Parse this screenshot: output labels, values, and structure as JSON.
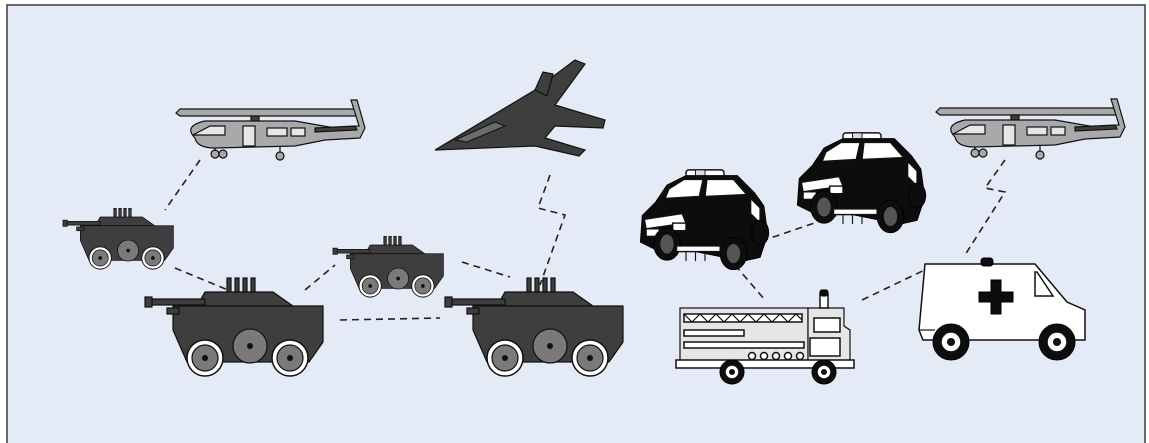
{
  "scene": {
    "background_color": "#e4eaf6",
    "frame_color": "#3a3a3a",
    "link_style": "dashed"
  },
  "nodes": [
    {
      "id": "helicopter-left",
      "icon": "helicopter-icon"
    },
    {
      "id": "fighter-jet",
      "icon": "jet-icon"
    },
    {
      "id": "helicopter-right",
      "icon": "helicopter-icon"
    },
    {
      "id": "tank-small-left",
      "icon": "tank-icon"
    },
    {
      "id": "tank-small-center",
      "icon": "tank-icon"
    },
    {
      "id": "tank-large-left",
      "icon": "tank-icon"
    },
    {
      "id": "tank-large-right",
      "icon": "tank-icon"
    },
    {
      "id": "police-car-left",
      "icon": "police-car-icon"
    },
    {
      "id": "police-car-right",
      "icon": "police-car-icon"
    },
    {
      "id": "fire-truck",
      "icon": "fire-truck-icon"
    },
    {
      "id": "ambulance",
      "icon": "ambulance-icon"
    }
  ],
  "links": [
    [
      "helicopter-left",
      "tank-small-left"
    ],
    [
      "tank-small-left",
      "tank-large-left"
    ],
    [
      "tank-large-left",
      "tank-small-center"
    ],
    [
      "tank-large-left",
      "tank-large-right"
    ],
    [
      "tank-small-center",
      "tank-large-right"
    ],
    [
      "fighter-jet",
      "tank-large-right"
    ],
    [
      "police-car-left",
      "police-car-right"
    ],
    [
      "police-car-left",
      "fire-truck"
    ],
    [
      "fire-truck",
      "ambulance"
    ],
    [
      "helicopter-right",
      "ambulance"
    ]
  ]
}
